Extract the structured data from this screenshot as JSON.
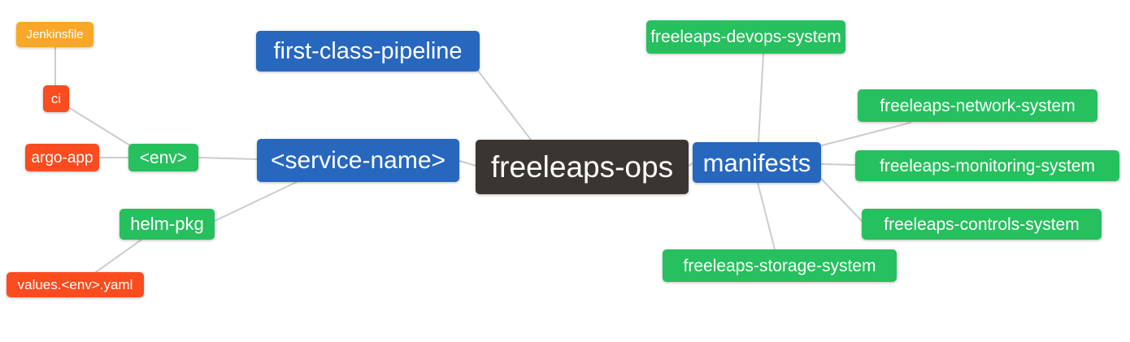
{
  "diagram": {
    "type": "mindmap",
    "root": "freeleaps-ops",
    "nodes": [
      {
        "id": "jenkinsfile",
        "label": "Jenkinsfile",
        "color": "orange"
      },
      {
        "id": "ci",
        "label": "ci",
        "color": "red"
      },
      {
        "id": "argo-app",
        "label": "argo-app",
        "color": "red"
      },
      {
        "id": "env",
        "label": "<env>",
        "color": "green"
      },
      {
        "id": "service-name",
        "label": "<service-name>",
        "color": "blue"
      },
      {
        "id": "first-class-pipeline",
        "label": "first-class-pipeline",
        "color": "blue"
      },
      {
        "id": "helm-pkg",
        "label": "helm-pkg",
        "color": "green"
      },
      {
        "id": "values-env-yaml",
        "label": "values.<env>.yaml",
        "color": "red"
      },
      {
        "id": "freeleaps-ops",
        "label": "freeleaps-ops",
        "color": "dark"
      },
      {
        "id": "manifests",
        "label": "manifests",
        "color": "blue"
      },
      {
        "id": "devops-system",
        "label": "freeleaps-devops-system",
        "color": "green"
      },
      {
        "id": "network-system",
        "label": "freeleaps-network-system",
        "color": "green"
      },
      {
        "id": "monitoring-system",
        "label": "freeleaps-monitoring-system",
        "color": "green"
      },
      {
        "id": "controls-system",
        "label": "freeleaps-controls-system",
        "color": "green"
      },
      {
        "id": "storage-system",
        "label": "freeleaps-storage-system",
        "color": "green"
      }
    ],
    "edges": [
      {
        "from": "jenkinsfile",
        "to": "ci"
      },
      {
        "from": "ci",
        "to": "env"
      },
      {
        "from": "argo-app",
        "to": "env"
      },
      {
        "from": "env",
        "to": "service-name"
      },
      {
        "from": "service-name",
        "to": "freeleaps-ops"
      },
      {
        "from": "helm-pkg",
        "to": "service-name"
      },
      {
        "from": "values-env-yaml",
        "to": "helm-pkg"
      },
      {
        "from": "first-class-pipeline",
        "to": "freeleaps-ops"
      },
      {
        "from": "freeleaps-ops",
        "to": "manifests"
      },
      {
        "from": "manifests",
        "to": "devops-system"
      },
      {
        "from": "manifests",
        "to": "network-system"
      },
      {
        "from": "manifests",
        "to": "monitoring-system"
      },
      {
        "from": "manifests",
        "to": "controls-system"
      },
      {
        "from": "manifests",
        "to": "storage-system"
      }
    ],
    "colors": {
      "blue": "#2767be",
      "green": "#26c05e",
      "orange": "#f9a728",
      "red": "#fa4c1e",
      "dark": "#3b3531",
      "edge": "#cccccc",
      "background": "#ffffff",
      "text": "#ffffff"
    }
  }
}
